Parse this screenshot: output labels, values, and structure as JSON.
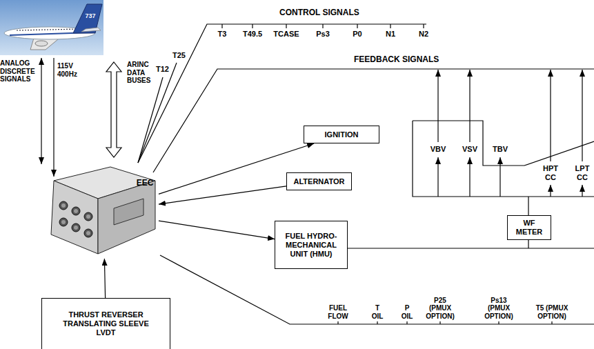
{
  "diagram": {
    "nodes": [
      {
        "text": [
          "EEC"
        ]
      },
      {
        "text": [
          "IGNITION"
        ]
      },
      {
        "text": [
          "ALTERNATOR"
        ]
      },
      {
        "text": [
          "FUEL HYDRO-MECHANICAL UNIT (HMU)"
        ]
      },
      {
        "text": [
          "THRUST REVERSER TRANSLATING SLEEVE LVDT"
        ]
      },
      {
        "text": [
          "WF METER"
        ]
      }
    ],
    "edges": [
      {
        "from": 0,
        "to": 1,
        "arrow": "to"
      },
      {
        "from": 2,
        "to": 0,
        "arrow": "to"
      },
      {
        "from": 0,
        "to": 3,
        "arrow": "to"
      },
      {
        "from": 4,
        "to": 0,
        "arrow": "to"
      }
    ],
    "labels": [
      "737",
      "ANALOG DISCRETE SIGNALS",
      "115V 400Hz",
      "ARINC DATA BUSES",
      "CONTROL SIGNALS",
      "T3",
      "T49.5",
      "TCASE",
      "Ps3",
      "P0",
      "N1",
      "N2",
      "T25",
      "T12",
      "FEEDBACK SIGNALS",
      "VBV",
      "VSV",
      "TBV",
      "HPT CC",
      "LPT CC",
      "FUEL FLOW",
      "T OIL",
      "P OIL",
      "P25 (PMUX OPTION)",
      "Ps13 (PMUX OPTION)",
      "T5 (PMUX OPTION)"
    ]
  }
}
